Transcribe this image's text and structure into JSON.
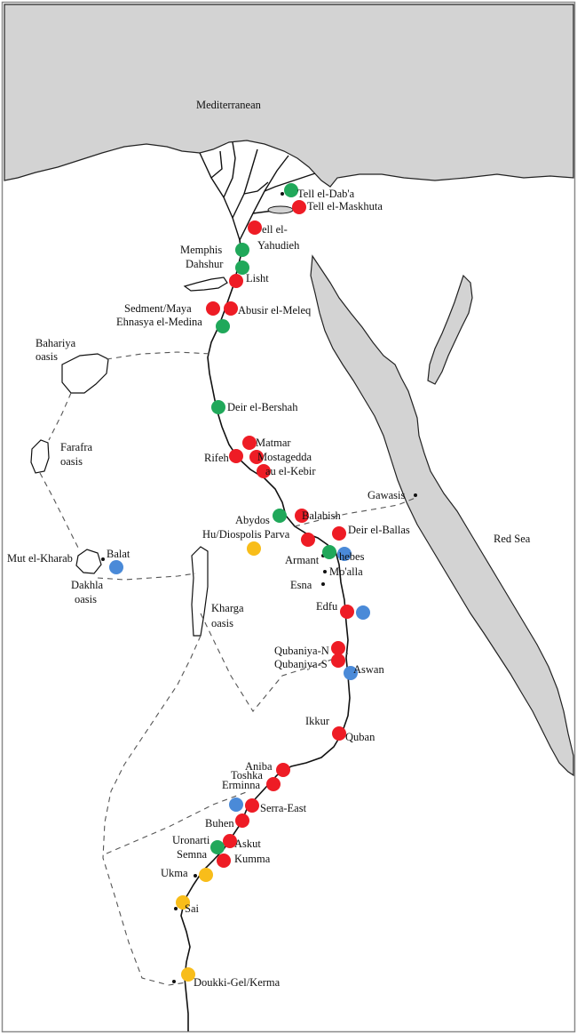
{
  "colors": {
    "sea": "#d3d3d3",
    "red": "#ee1c25",
    "green": "#20a85a",
    "blue": "#4a8ad8",
    "yellow": "#f8bd1a"
  },
  "seas": {
    "mediterranean": "Mediterranean",
    "red_sea": "Red Sea"
  },
  "labels": {
    "tell_el_daba": "Tell el-Dab'a",
    "tell_el_maskhuta": "Tell el-Maskhuta",
    "tell_el_yahudieh_1": "ell el-",
    "tell_el_yahudieh_2": "Yahudieh",
    "memphis": "Memphis",
    "dahshur": "Dahshur",
    "lisht": "Lisht",
    "sedment": "Sedment/Maya",
    "abusir": "Abusir el-Meleq",
    "ehnasya": "Ehnasya el-Medina",
    "bahariya_1": "Bahariya",
    "bahariya_2": "oasis",
    "deir_el_bershah": "Deir el-Bershah",
    "farafra_1": "Farafra",
    "farafra_2": "oasis",
    "matmar": "Matmar",
    "rifeh": "Rifeh",
    "mostagedda": "Mostagedda",
    "qau": "au el-Kebir",
    "gawasis": "Gawasis",
    "abydos": "Abydos",
    "balabish": "Balabish",
    "deir_el_ballas": "Deir el-Ballas",
    "hu": "Hu/Diospolis Parva",
    "red_sea_label": "Red Sea",
    "mut": "Mut el-Kharab",
    "balat": "Balat",
    "dakhla_1": "Dakhla",
    "dakhla_2": "oasis",
    "armant": "Armant",
    "thebes": "hebes",
    "moalla": "Mo'alla",
    "esna": "Esna",
    "kharga_1": "Kharga",
    "kharga_2": "oasis",
    "edfu": "Edfu",
    "qubaniya_n": "Qubaniya-N",
    "qubaniya_s": "Qubaniya-S",
    "aswan": "Aswan",
    "ikkur": "Ikkur",
    "quban": "Quban",
    "aniba": "Aniba",
    "toshka": "Toshka",
    "erminna": "Erminna",
    "serra_east": "Serra-East",
    "buhen": "Buhen",
    "uronarti": "Uronarti",
    "askut": "Askut",
    "semna": "Semna",
    "kumma": "Kumma",
    "ukma": "Ukma",
    "sai": "Sai",
    "kerma": "Doukki-Gel/Kerma"
  },
  "sites": [
    {
      "name": "tell-el-daba",
      "color": "green"
    },
    {
      "name": "tell-el-maskhuta",
      "color": "red"
    },
    {
      "name": "tell-el-yahudieh",
      "color": "red"
    },
    {
      "name": "memphis",
      "color": "green"
    },
    {
      "name": "dahshur",
      "color": "green"
    },
    {
      "name": "lisht",
      "color": "red"
    },
    {
      "name": "sedment",
      "color": "red"
    },
    {
      "name": "abusir",
      "color": "red"
    },
    {
      "name": "ehnasya",
      "color": "green"
    },
    {
      "name": "deir-el-bershah",
      "color": "green"
    },
    {
      "name": "matmar",
      "color": "red"
    },
    {
      "name": "rifeh",
      "color": "red"
    },
    {
      "name": "mostagedda",
      "color": "red"
    },
    {
      "name": "qau",
      "color": "red"
    },
    {
      "name": "abydos",
      "color": "green"
    },
    {
      "name": "balabish",
      "color": "red"
    },
    {
      "name": "hu",
      "color": "red"
    },
    {
      "name": "hu-yellow",
      "color": "yellow"
    },
    {
      "name": "deir-el-ballas",
      "color": "red"
    },
    {
      "name": "balat",
      "color": "blue"
    },
    {
      "name": "armant",
      "color": "green"
    },
    {
      "name": "thebes",
      "color": "blue"
    },
    {
      "name": "edfu",
      "color": "red"
    },
    {
      "name": "edfu-blue",
      "color": "blue"
    },
    {
      "name": "qubaniya-n",
      "color": "red"
    },
    {
      "name": "qubaniya-s",
      "color": "red"
    },
    {
      "name": "aswan",
      "color": "blue"
    },
    {
      "name": "ikkur-quban",
      "color": "red"
    },
    {
      "name": "aniba",
      "color": "red"
    },
    {
      "name": "toshka",
      "color": "red"
    },
    {
      "name": "serra-east-blue",
      "color": "blue"
    },
    {
      "name": "serra-east",
      "color": "red"
    },
    {
      "name": "buhen",
      "color": "red"
    },
    {
      "name": "askut",
      "color": "red"
    },
    {
      "name": "uronarti",
      "color": "green"
    },
    {
      "name": "kumma",
      "color": "red"
    },
    {
      "name": "ukma",
      "color": "yellow"
    },
    {
      "name": "sai",
      "color": "yellow"
    },
    {
      "name": "kerma",
      "color": "yellow"
    }
  ]
}
